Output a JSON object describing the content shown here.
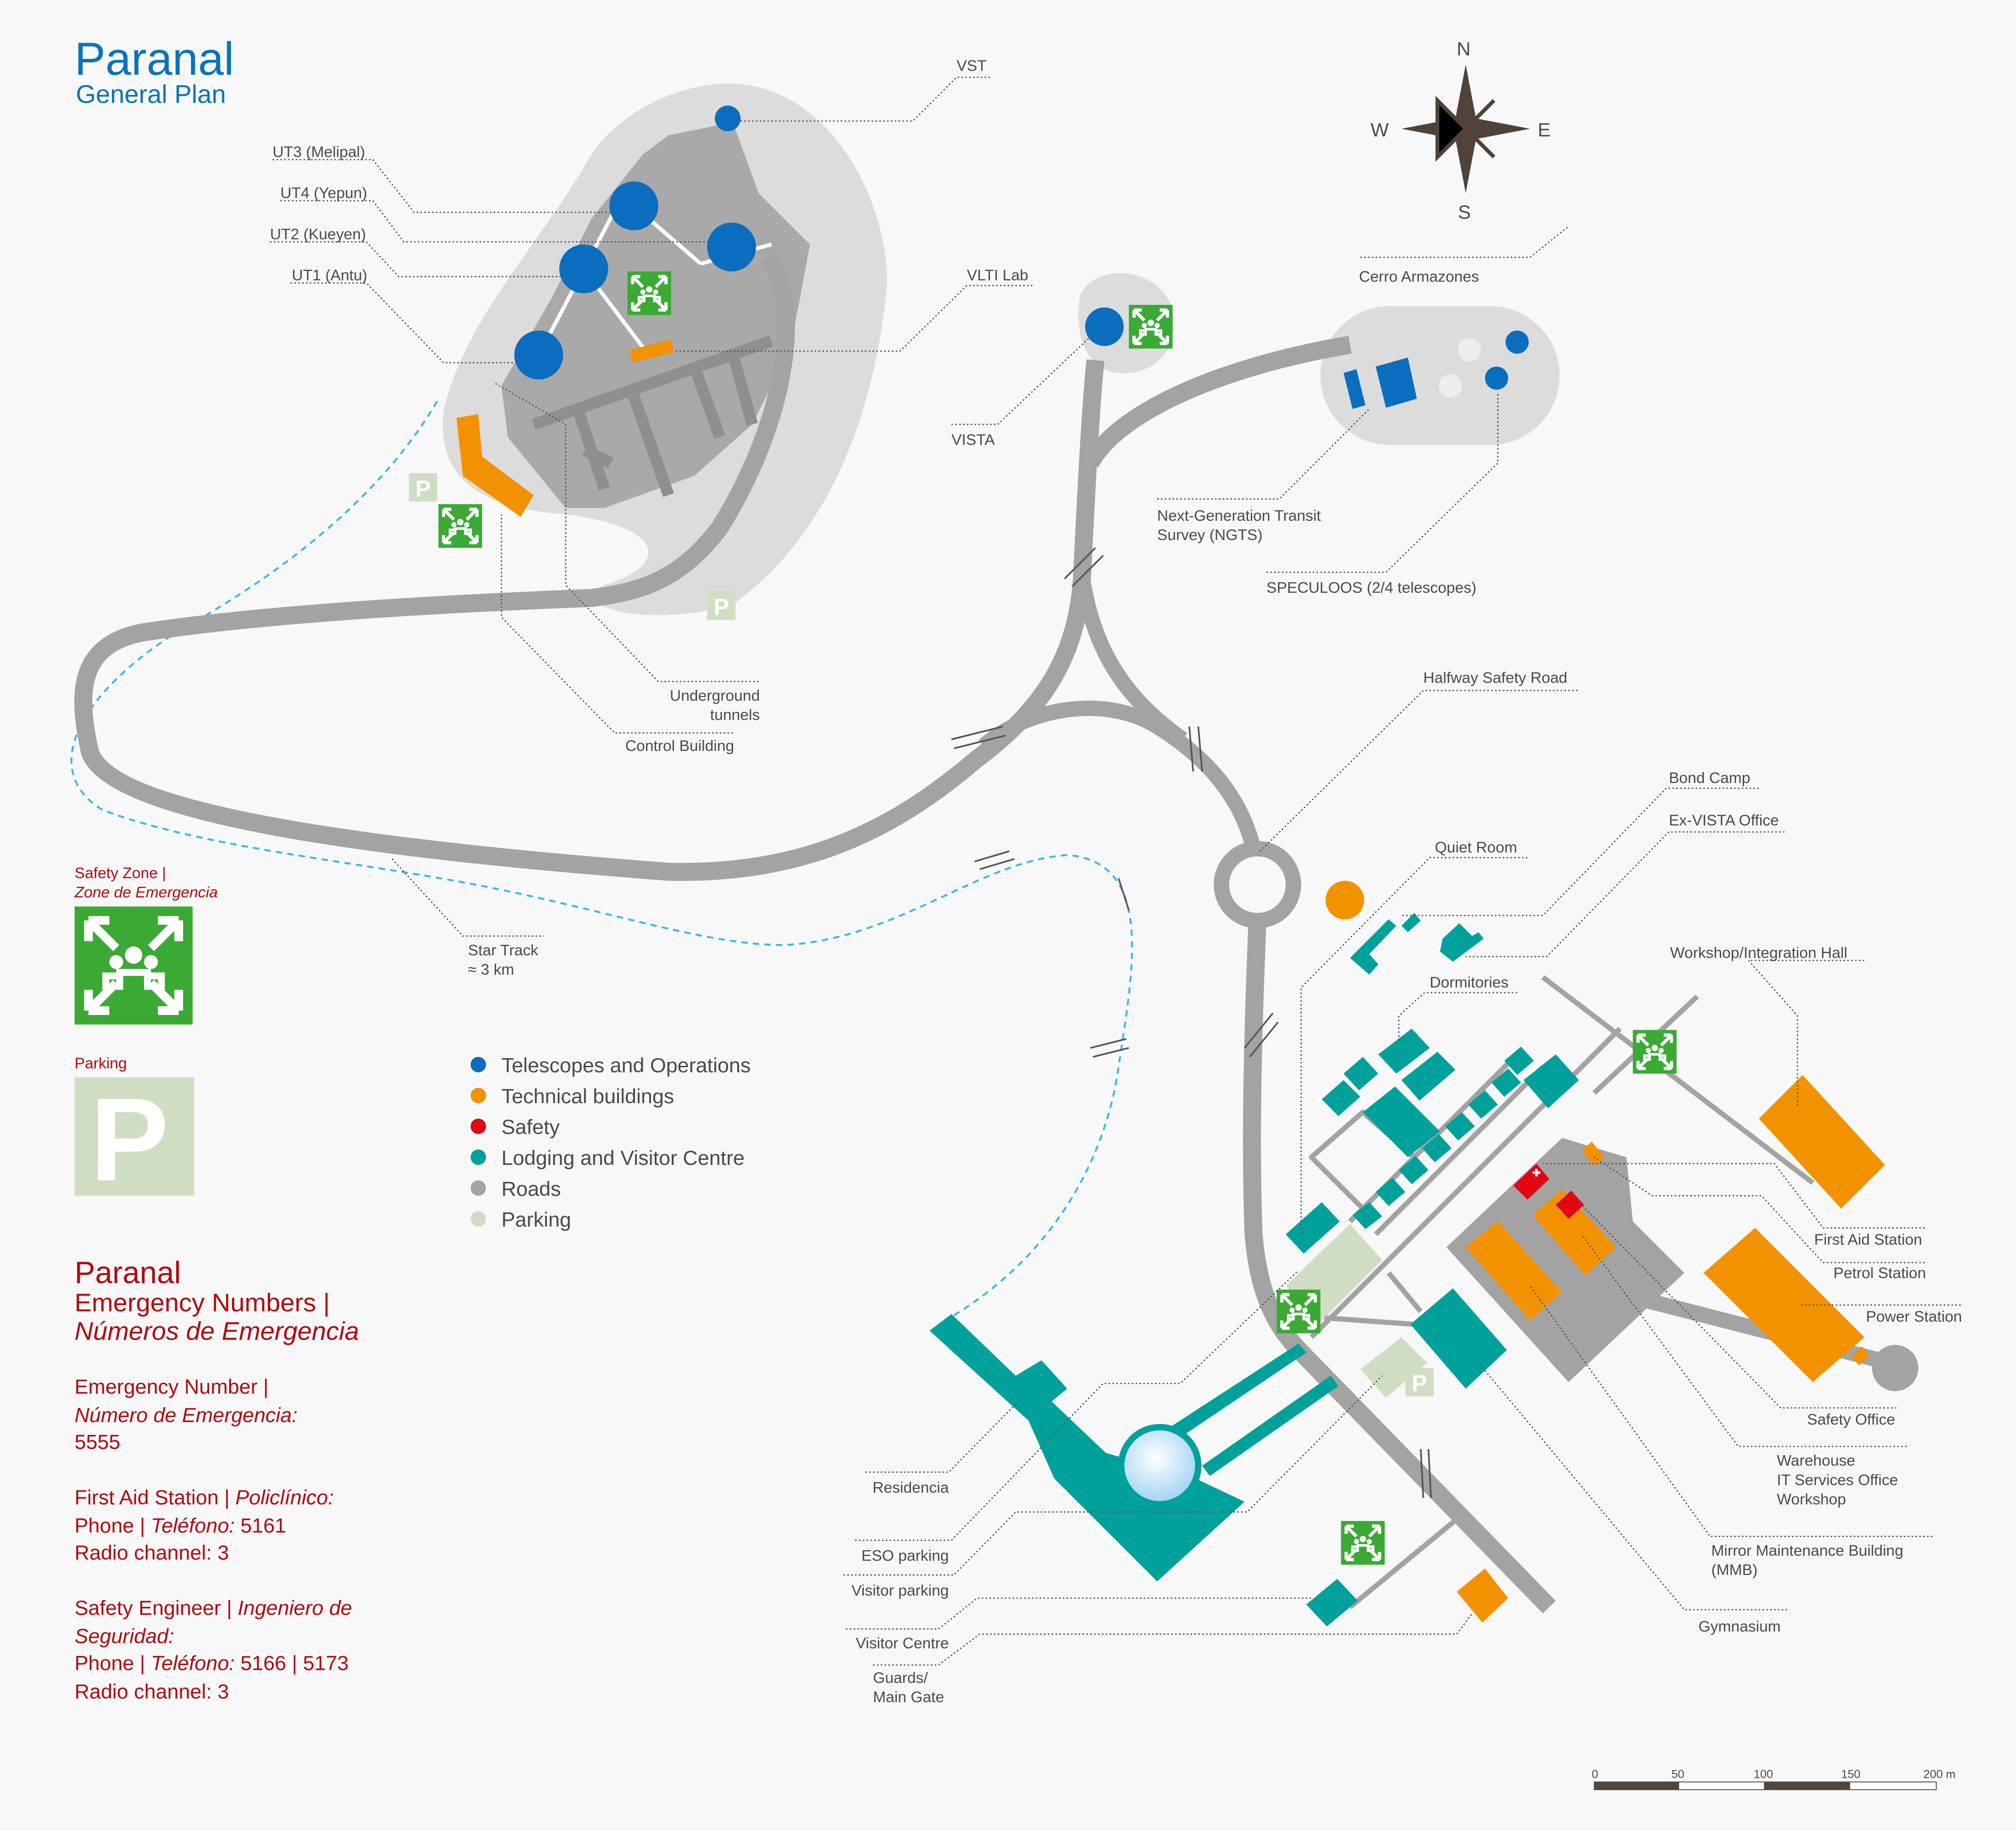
{
  "title": {
    "main": "Paranal",
    "sub": "General Plan"
  },
  "compass": {
    "n": "N",
    "s": "S",
    "e": "E",
    "w": "W"
  },
  "colors": {
    "telescopes": "#0b6dbd",
    "technical": "#f39200",
    "safety": "#e30613",
    "lodging": "#00a19a",
    "roads": "#a3a3a3",
    "parking": "#cfdec3",
    "emergency": "#3aaa35",
    "text_red": "#b00a10",
    "title_blue": "#0a73bb"
  },
  "labels": {
    "vst": "VST",
    "ut3": "UT3 (Melipal)",
    "ut4": "UT4 (Yepun)",
    "ut2": "UT2 (Kueyen)",
    "ut1": "UT1 (Antu)",
    "vlti_lab": "VLTI Lab",
    "vista": "VISTA",
    "cerro": "Cerro Armazones",
    "ngts_1": "Next-Generation Transit",
    "ngts_2": "Survey (NGTS)",
    "speculoos": "SPECULOOS (2/4 telescopes)",
    "tunnels_1": "Underground",
    "tunnels_2": "tunnels",
    "control": "Control Building",
    "halfway": "Halfway Safety Road",
    "star_1": "Star Track",
    "star_2": "≈ 3 km",
    "bond": "Bond Camp",
    "exvista": "Ex-VISTA Office",
    "quiet": "Quiet Room",
    "workshop_hall": "Workshop/Integration Hall",
    "dorms": "Dormitories",
    "first_aid": "First Aid Station",
    "petrol": "Petrol Station",
    "power": "Power Station",
    "safety_office": "Safety Office",
    "warehouse_1": "Warehouse",
    "warehouse_2": "IT Services Office",
    "warehouse_3": "Workshop",
    "mmb_1": "Mirror Maintenance Building",
    "mmb_2": "(MMB)",
    "gym": "Gymnasium",
    "residencia": "Residencia",
    "eso_parking": "ESO parking",
    "visitor_parking": "Visitor parking",
    "visitor_centre": "Visitor Centre",
    "guards_1": "Guards/",
    "guards_2": "Main Gate"
  },
  "legend": {
    "safety_zone_1": "Safety Zone |",
    "safety_zone_2": "Zone de Emergencia",
    "parking": "Parking",
    "parking_glyph": "P",
    "items": [
      "Telescopes and Operations",
      "Technical buildings",
      "Safety",
      "Lodging and Visitor Centre",
      "Roads",
      "Parking"
    ]
  },
  "emergency": {
    "title": "Paranal",
    "sub1": "Emergency Numbers |",
    "sub2": "Números de Emergencia",
    "en_1": "Emergency Number |",
    "en_2": "Número de Emergencia:",
    "en_num": "5555",
    "fa_1": "First Aid Station | ",
    "fa_1i": "Policlínico:",
    "fa_2": "Phone | ",
    "fa_2i": "Teléfono:",
    "fa_2n": " 5161",
    "fa_3": "Radio channel: 3",
    "se_1": "Safety Engineer | ",
    "se_1i": "Ingeniero de",
    "se_1i2": "Seguridad:",
    "se_2": "Phone | ",
    "se_2i": "Teléfono:",
    "se_2n": " 5166 | 5173",
    "se_3": "Radio channel: 3"
  },
  "scale": {
    "ticks": [
      "0",
      "50",
      "100",
      "150",
      "200 m"
    ]
  }
}
